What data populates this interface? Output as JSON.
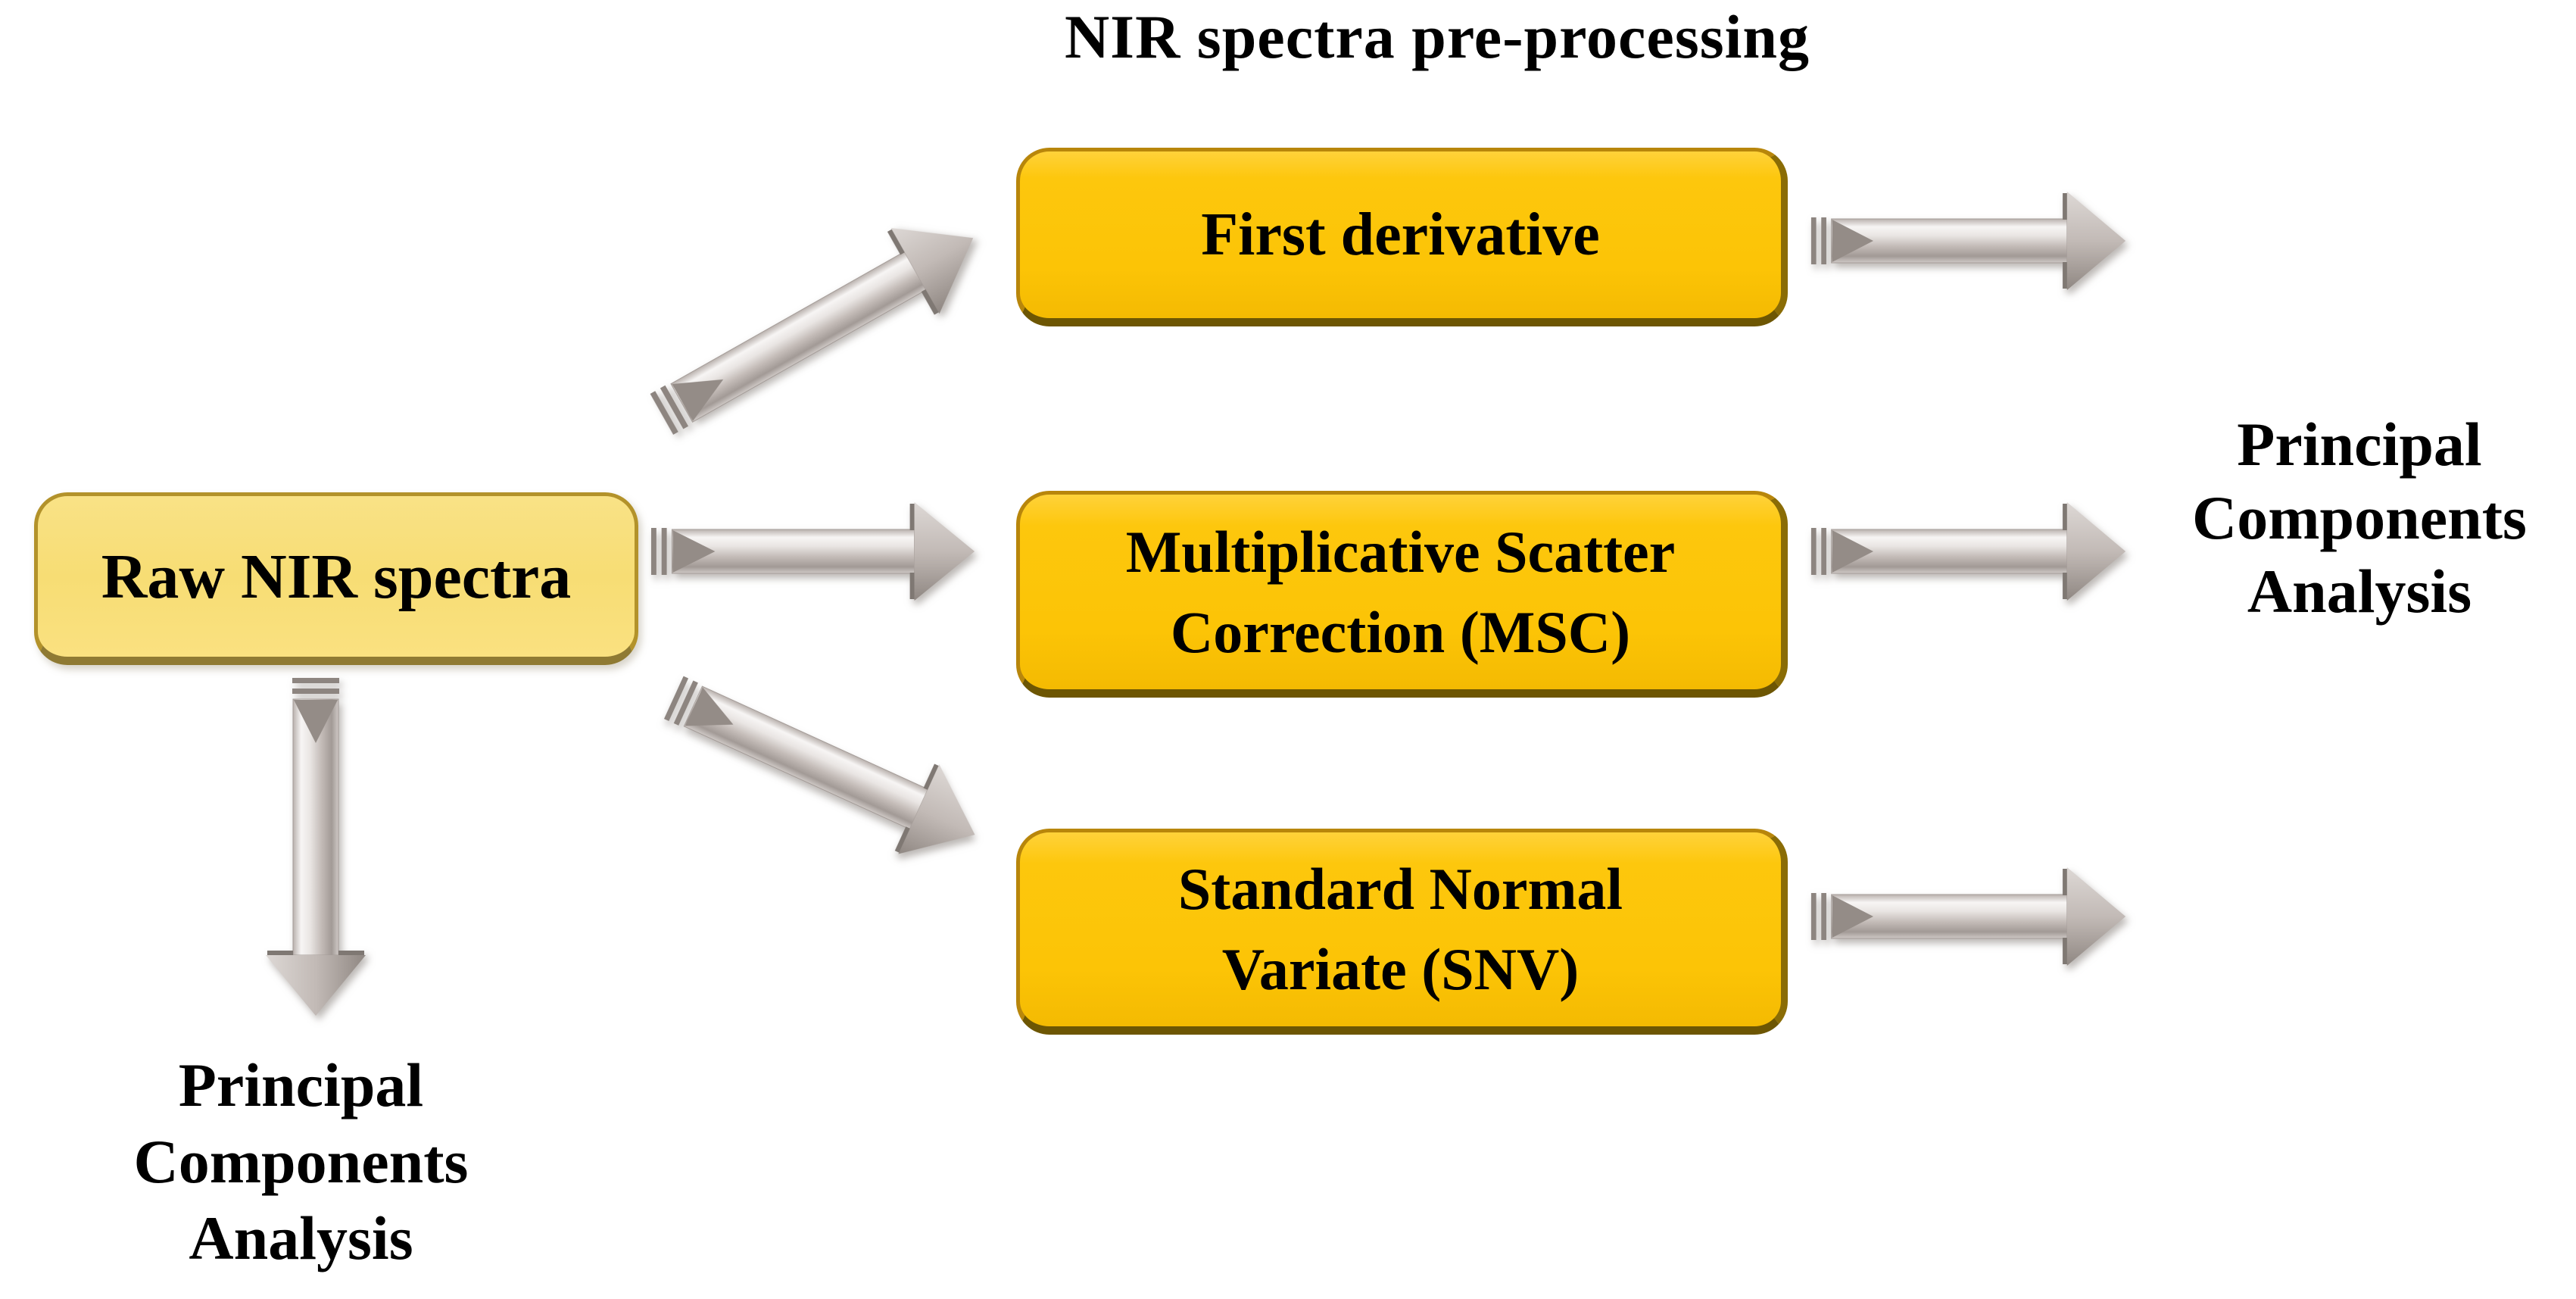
{
  "title": "NIR spectra pre-processing",
  "nodes": {
    "raw": {
      "label": "Raw NIR spectra"
    },
    "first_derivative": {
      "label": "First derivative"
    },
    "msc": {
      "line1": "Multiplicative Scatter",
      "line2": "Correction (MSC)"
    },
    "snv": {
      "line1": "Standard Normal",
      "line2": "Variate (SNV)"
    }
  },
  "pca_right": {
    "line1": "Principal",
    "line2": "Components",
    "line3": "Analysis"
  },
  "pca_bottom": {
    "line1": "Principal",
    "line2": "Components",
    "line3": "Analysis"
  },
  "colors": {
    "background": "#ffffff",
    "raw_box_fill": "#f7dd74",
    "raw_box_border": "#8f7a33",
    "process_box_fill": "#fdc70d",
    "process_box_border": "#6d5603",
    "arrow_fill": "#cfc9c6",
    "text": "#000000"
  }
}
